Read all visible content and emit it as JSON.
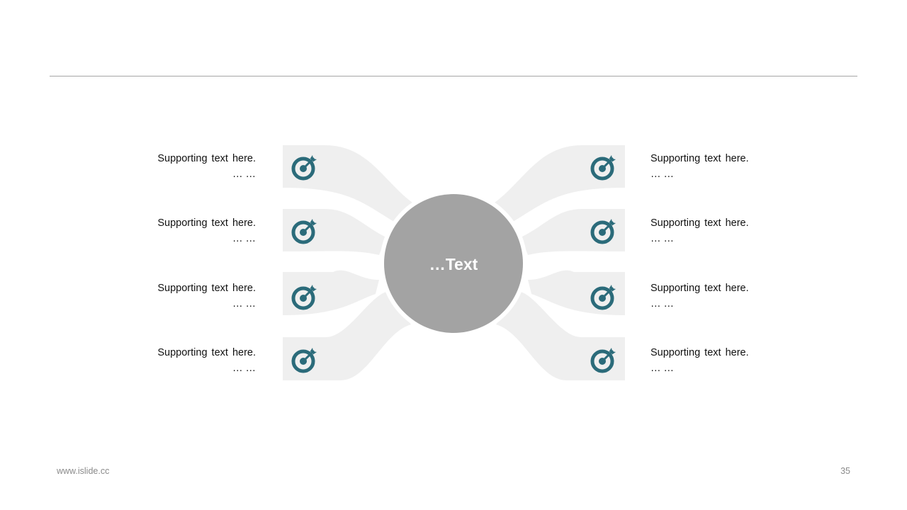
{
  "center": {
    "label": "…Text"
  },
  "items_left": [
    {
      "line1": "Supporting text here.",
      "line2": "… …",
      "icon": "target-icon"
    },
    {
      "line1": "Supporting text here.",
      "line2": "… …",
      "icon": "target-icon"
    },
    {
      "line1": "Supporting text here.",
      "line2": "… …",
      "icon": "target-icon"
    },
    {
      "line1": "Supporting text here.",
      "line2": "… …",
      "icon": "target-icon"
    }
  ],
  "items_right": [
    {
      "line1": "Supporting text here.",
      "line2": "… …",
      "icon": "target-icon"
    },
    {
      "line1": "Supporting text here.",
      "line2": "… …",
      "icon": "target-icon"
    },
    {
      "line1": "Supporting text here.",
      "line2": "… …",
      "icon": "target-icon"
    },
    {
      "line1": "Supporting text here.",
      "line2": "… …",
      "icon": "target-icon"
    }
  ],
  "footer": {
    "url": "www.islide.cc",
    "page": "35"
  },
  "colors": {
    "icon": "#2b6b7a",
    "branch": "#efefef",
    "center": "#a3a3a3",
    "center_text": "#ffffff",
    "rule": "#a6a6a6"
  }
}
